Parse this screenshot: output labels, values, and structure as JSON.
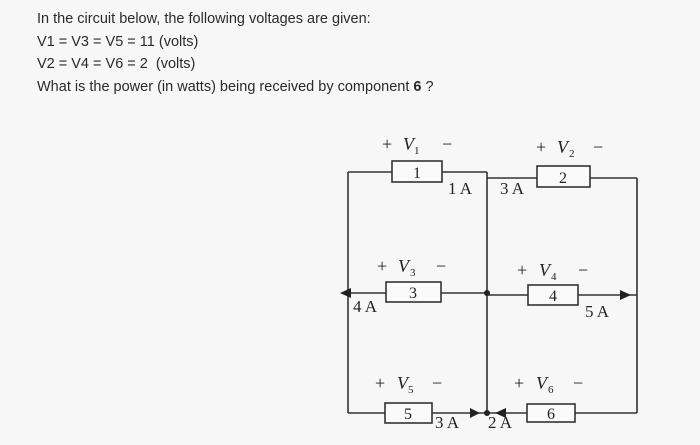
{
  "question": {
    "line1": "In the circuit below, the following voltages are given:",
    "line2": "V1 = V3 = V5 = 11 (volts)",
    "line3": "V2 = V4 = V6 = 2  (volts)",
    "line4_prefix": "What is the power (in watts) being received by component ",
    "line4_component": "6",
    "line4_suffix": " ?"
  },
  "circuit": {
    "components": [
      {
        "id": "1",
        "voltage_label": "V1",
        "subscript": "1"
      },
      {
        "id": "2",
        "voltage_label": "V2",
        "subscript": "2"
      },
      {
        "id": "3",
        "voltage_label": "V3",
        "subscript": "3"
      },
      {
        "id": "4",
        "voltage_label": "V4",
        "subscript": "4"
      },
      {
        "id": "5",
        "voltage_label": "V5",
        "subscript": "5"
      },
      {
        "id": "6",
        "voltage_label": "V6",
        "subscript": "6"
      }
    ],
    "polarity": {
      "plus": "+",
      "minus": "−"
    },
    "voltage_symbol": "V",
    "currents": {
      "top_left_middle": "1 A",
      "top_right_middle": "3 A",
      "left": "4 A",
      "right": "5 A",
      "bottom_left": "3 A",
      "bottom_right": "2 A"
    }
  }
}
